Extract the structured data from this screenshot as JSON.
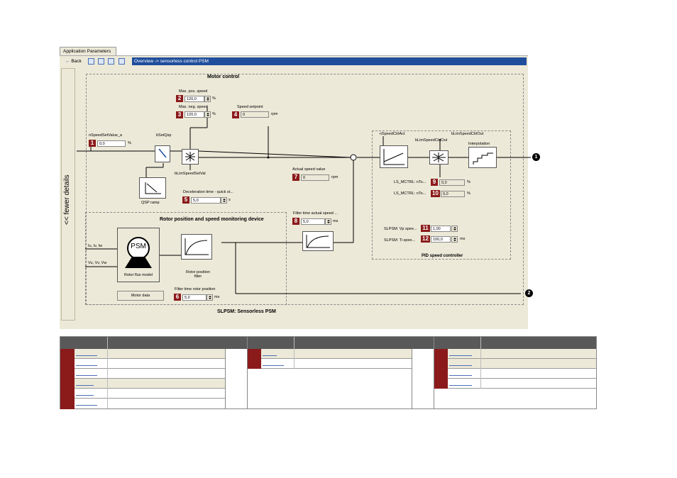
{
  "window": {
    "tab": "Application Parameters",
    "back_label": "Back",
    "breadcrumb": "Overview -> sensorless control PSM"
  },
  "sidebar": {
    "toggle_label": "<< fewer details"
  },
  "motor_control": {
    "title": "Motor control",
    "max_pos_speed_label": "Max. pos. speed",
    "max_pos_speed_value": "120,0",
    "max_neg_speed_label": "Max. neg. speed",
    "max_neg_speed_value": "120,0",
    "speed_setpoint_label": "Speed setpoint",
    "speed_setpoint_value": "0",
    "n_speed_set_label": "nSpeedSetValue_a",
    "n_speed_set_value": "0,0",
    "b_set_qsp_label": "bSetQsp",
    "b_lim_speed_set_label": "bLimSpeedSetVal",
    "qsp_ramp_label": "QSP ramp",
    "decel_label": "Deceleration time - quick st...",
    "decel_value": "5,0",
    "actual_speed_label": "Actual speed value",
    "actual_speed_value": "0",
    "filter_time_actual_label": "Filter time actual speed ...",
    "filter_time_actual_value": "5,0",
    "unit_percent": "%",
    "unit_rpm": "rpm",
    "unit_s": "s",
    "unit_ms": "ms"
  },
  "pid": {
    "title": "PID speed controller",
    "n_speed_ctrl_act": "nSpeedCtrlAct",
    "b_lim_speed_ctrl_out_a": "bLimSpeedCtrlOut",
    "b_lim_speed_ctrl_out_b": "bLimSpeedCtrlOut",
    "interpolation": "Interpolation",
    "ls_mctrl_1_label": "LS_MCTRL: nTo...",
    "ls_mctrl_1_value": "0,0",
    "ls_mctrl_2_label": "LS_MCTRL: nTo...",
    "ls_mctrl_2_value": "0,0",
    "vp_label": "SLPSM: Vp spee...",
    "vp_value": "1,00",
    "ti_label": "SLPSM: Ti spee...",
    "ti_value": "100,0"
  },
  "rotor": {
    "title": "Rotor position and speed monitoring device",
    "in_currents": "Iu, Iv, Iw",
    "in_voltages": "Vu, Vv, Vw",
    "psm": "PSM",
    "flux_model": "Rotor flux model",
    "position_filter": "Rotor position filter",
    "motor_data_button": "Motor data",
    "filter_rotor_label": "Filter time rotor position",
    "filter_rotor_value": "5,0"
  },
  "footer_title": "SLPSM: Sensorless PSM",
  "numbers": [
    "1",
    "2",
    "3",
    "4",
    "5",
    "6",
    "7",
    "8",
    "9",
    "10",
    "11",
    "12"
  ],
  "outputs": [
    "1",
    "2"
  ],
  "colors": {
    "accent": "#1f4e9c",
    "badge": "#8b1a1a",
    "panel": "#ece9d8"
  },
  "icons": [
    "back-arrow-icon",
    "help-icon",
    "zoom-icon",
    "export-icon",
    "print-icon"
  ]
}
